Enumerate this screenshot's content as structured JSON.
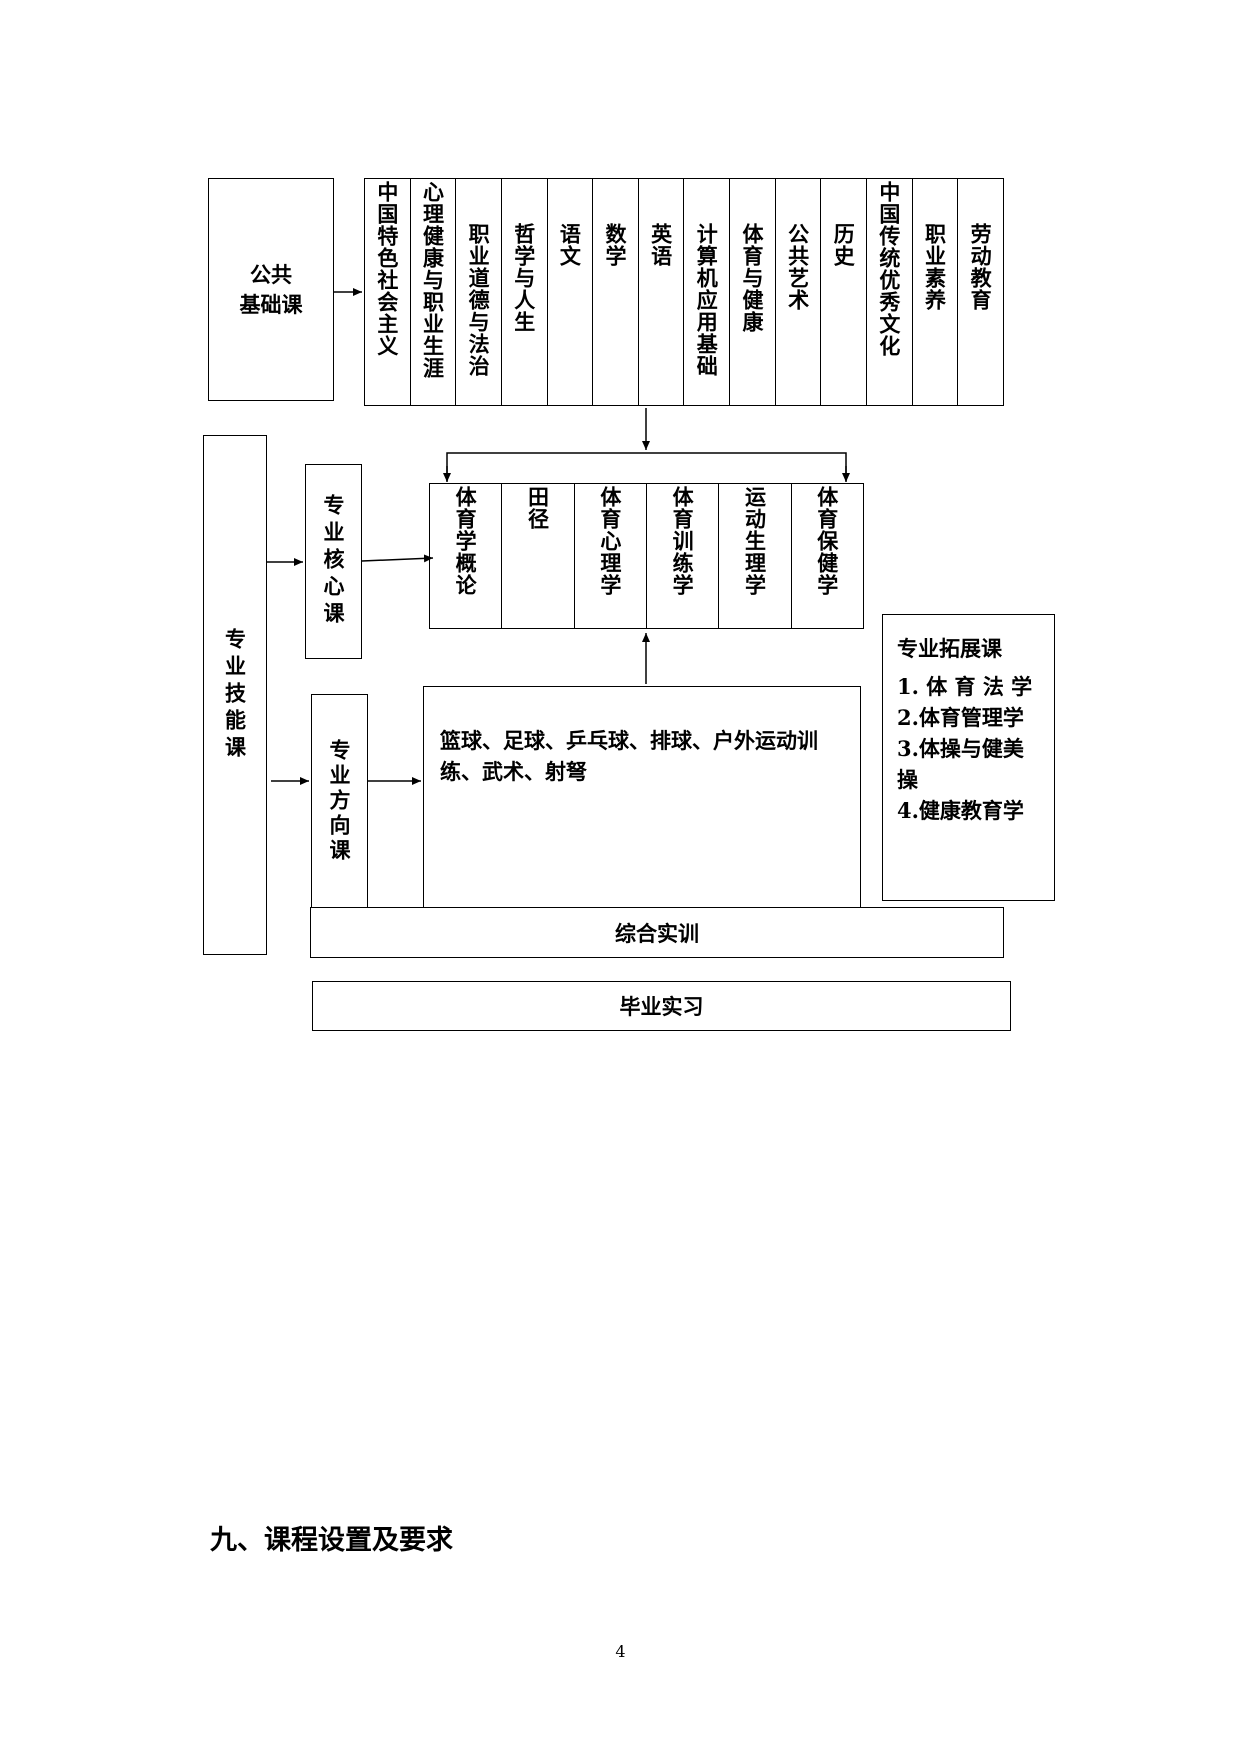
{
  "diagram": {
    "public_basic": {
      "label_line1": "公共",
      "label_line2": "基础课"
    },
    "public_courses": [
      "中国特色社会主义",
      "心理健康与职业生涯",
      "职业道德与法治",
      "哲学与人生",
      "语文",
      "数学",
      "英语",
      "计算机应用基础",
      "体育与健康",
      "公共艺术",
      "历史",
      "中国传统优秀文化",
      "职业素养",
      "劳动教育"
    ],
    "skill_courses": {
      "label": "专业技能课"
    },
    "core": {
      "label": "专业核心课"
    },
    "core_courses": [
      "体育学概论",
      "田径",
      "体育心理学",
      "体育训练学",
      "运动生理学",
      "体育保健学"
    ],
    "direction": {
      "label": "专业方向课"
    },
    "direction_text": "篮球、足球、乒乓球、排球、户外运动训练、武术、射弩",
    "extension": {
      "title": "专业拓展课",
      "items": [
        "1. 体 育 法 学",
        "2.体育管理学",
        "3.体操与健美操",
        "4.健康教育学"
      ]
    },
    "training": "综合实训",
    "internship": "毕业实习"
  },
  "section_heading": "九、课程设置及要求",
  "page_number": "4"
}
